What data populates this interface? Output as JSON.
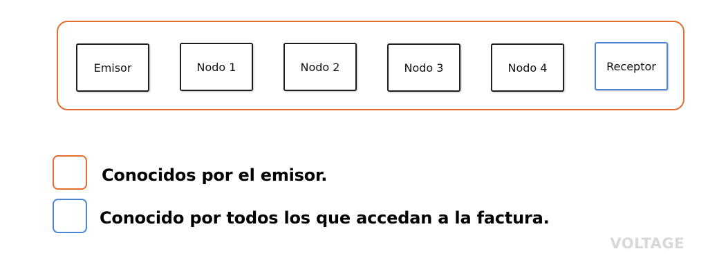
{
  "diagram": {
    "frame_color": "#e26d2f",
    "nodes": [
      {
        "label": "Emisor",
        "border_color": "#1e1e1e"
      },
      {
        "label": "Nodo 1",
        "border_color": "#1e1e1e"
      },
      {
        "label": "Nodo 2",
        "border_color": "#1e1e1e"
      },
      {
        "label": "Nodo 3",
        "border_color": "#1e1e1e"
      },
      {
        "label": "Nodo 4",
        "border_color": "#1e1e1e"
      },
      {
        "label": "Receptor",
        "border_color": "#4a86d8"
      }
    ]
  },
  "legend": [
    {
      "text": "Conocidos por el emisor.",
      "color": "#e26d2f"
    },
    {
      "text": "Conocido por todos los que accedan a la factura.",
      "color": "#4a86d8"
    }
  ],
  "watermark": "VOLTAGE"
}
